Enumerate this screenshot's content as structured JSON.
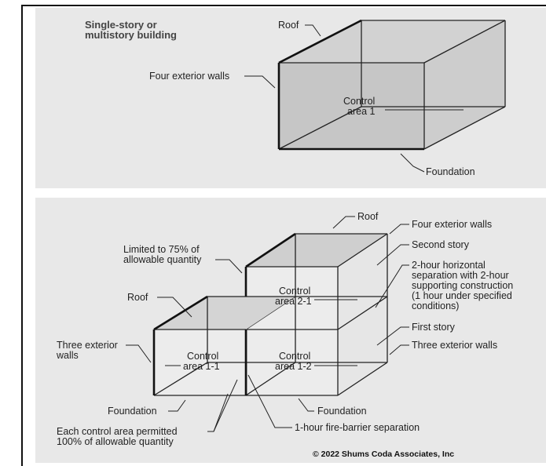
{
  "top_panel": {
    "building_label_line1": "Single-story or",
    "building_label_line2": "multistory building",
    "roof": "Roof",
    "four_exterior_walls": "Four exterior walls",
    "control_area_line1": "Control",
    "control_area_line2": "area 1",
    "foundation": "Foundation"
  },
  "bottom_panel": {
    "roof_left": "Roof",
    "roof_right": "Roof",
    "four_exterior_walls": "Four exterior walls",
    "limited_line1": "Limited to 75% of",
    "limited_line2": "allowable quantity",
    "second_story": "Second story",
    "separation_line1": "2-hour horizontal",
    "separation_line2": "separation with 2-hour",
    "separation_line3": "supporting construction",
    "separation_line4": "(1 hour under specified",
    "separation_line5": "conditions)",
    "control_2_1_line1": "Control",
    "control_2_1_line2": "area 2-1",
    "first_story": "First story",
    "three_exterior_walls_right": "Three exterior walls",
    "three_exterior_walls_left_line1": "Three exterior",
    "three_exterior_walls_left_line2": "walls",
    "control_1_1_line1": "Control",
    "control_1_1_line2": "area 1-1",
    "control_1_2_line1": "Control",
    "control_1_2_line2": "area 1-2",
    "foundation_left": "Foundation",
    "foundation_right": "Foundation",
    "permitted_line1": "Each control area permitted",
    "permitted_line2": "100% of allowable quantity",
    "fire_barrier": "1-hour fire-barrier separation",
    "copyright": "© 2022 Shums Coda Associates, Inc"
  }
}
